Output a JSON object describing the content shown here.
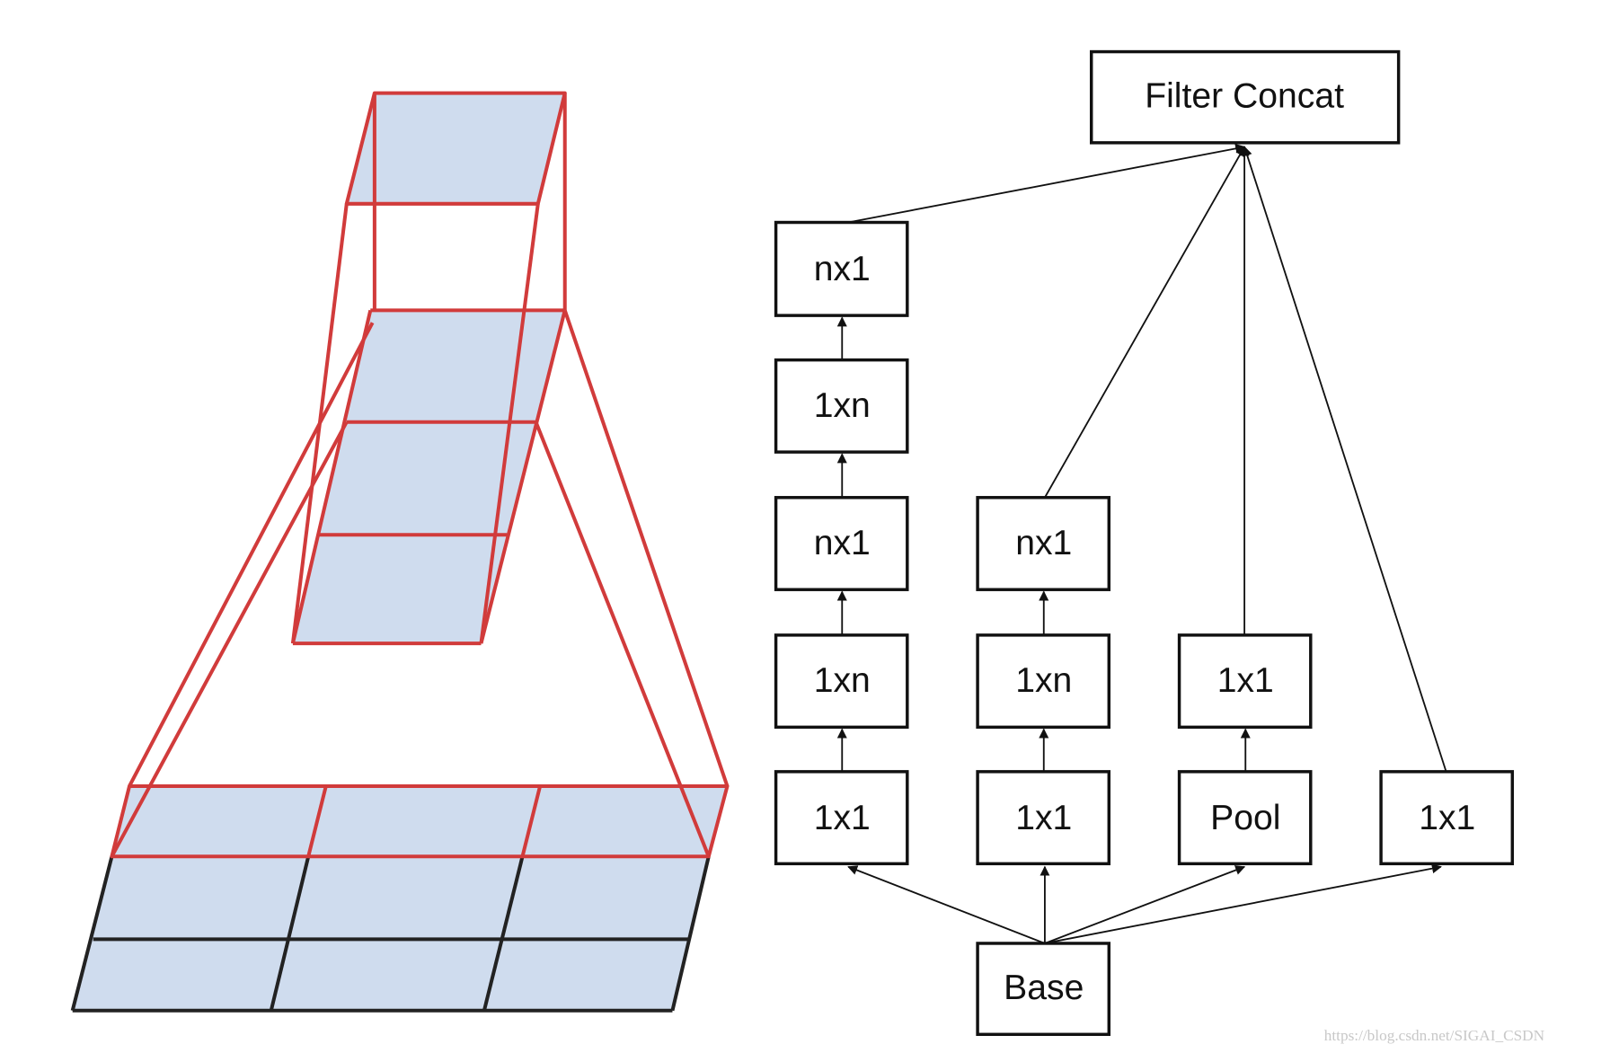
{
  "diagram": {
    "top_node": "Filter Concat",
    "bottom_node": "Base",
    "branches": [
      {
        "nodes": [
          "1x1",
          "1xn",
          "nx1",
          "1xn",
          "nx1"
        ]
      },
      {
        "nodes": [
          "1x1",
          "1xn",
          "nx1"
        ]
      },
      {
        "nodes": [
          "Pool",
          "1x1"
        ]
      },
      {
        "nodes": [
          "1x1"
        ]
      }
    ],
    "colors": {
      "receptive_field_outline": "#d13b3b",
      "grid_fill": "#cfdcee",
      "grid_outline": "#222222"
    }
  },
  "watermark": "https://blog.csdn.net/SIGAI_CSDN"
}
